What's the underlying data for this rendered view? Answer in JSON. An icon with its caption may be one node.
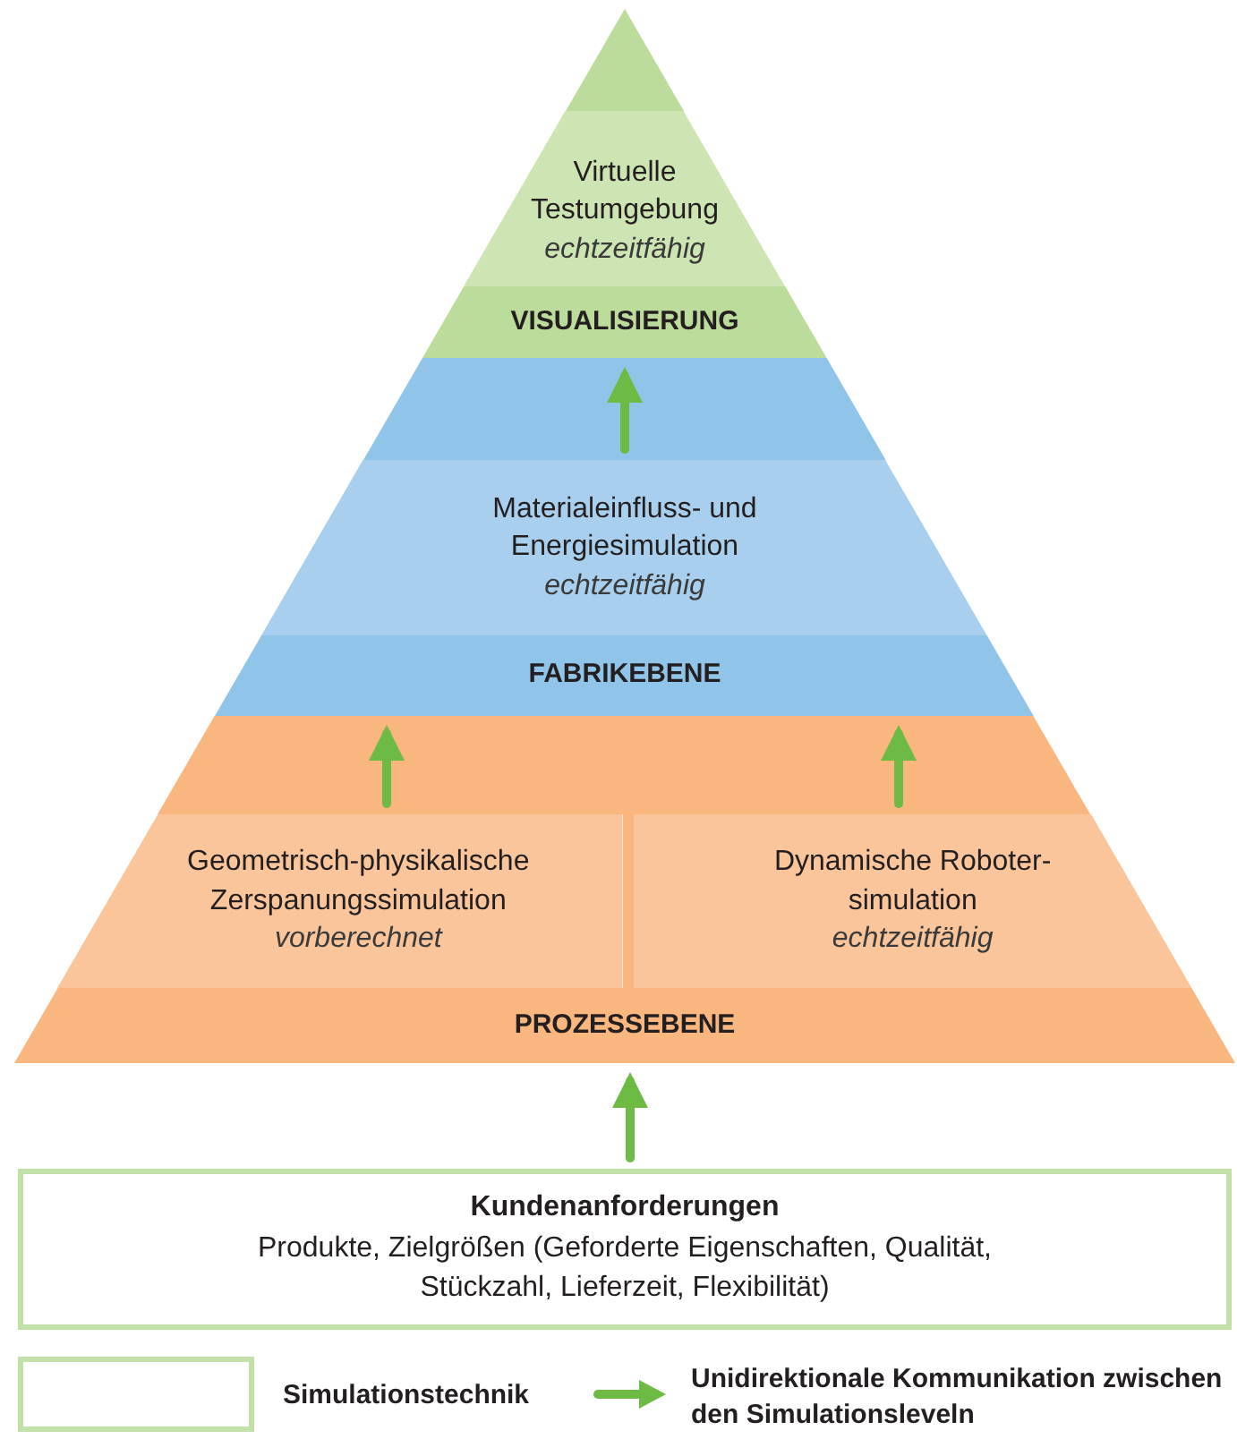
{
  "diagram": {
    "nodes": [
      {
        "text": [
          "Virtuelle Testumgebung",
          "echtzeitfähig"
        ]
      },
      {
        "text": [
          "VISUALISIERUNG"
        ]
      },
      {
        "text": [
          "Materialeinfluss- und Energiesimulation",
          "echtzeitfähig"
        ]
      },
      {
        "text": [
          "FABRIKEBENE"
        ]
      },
      {
        "text": [
          "Geometrisch-physikalische Zerspanungssimulation",
          "vorberechnet"
        ]
      },
      {
        "text": [
          "Dynamische Roboter- simulation",
          "echtzeitfähig"
        ]
      },
      {
        "text": [
          "PROZESSEBENE"
        ]
      },
      {
        "text": [
          "Kundenanforderungen",
          "Produkte, Zielgrößen (Geforderte Eigenschaften, Qualität, Stückzahl, Lieferzeit, Flexibilität)"
        ]
      }
    ],
    "edges": [
      {
        "from": 7,
        "to": 6,
        "arrow": "to"
      },
      {
        "from": 4,
        "to": 3,
        "arrow": "to"
      },
      {
        "from": 5,
        "to": 3,
        "arrow": "to"
      },
      {
        "from": 2,
        "to": 1,
        "arrow": "to"
      }
    ],
    "legend": [
      {
        "text": "Simulationstechnik"
      },
      {
        "text": "Unidirektionale Kommunikation zwischen den Simulationsleveln"
      }
    ]
  }
}
